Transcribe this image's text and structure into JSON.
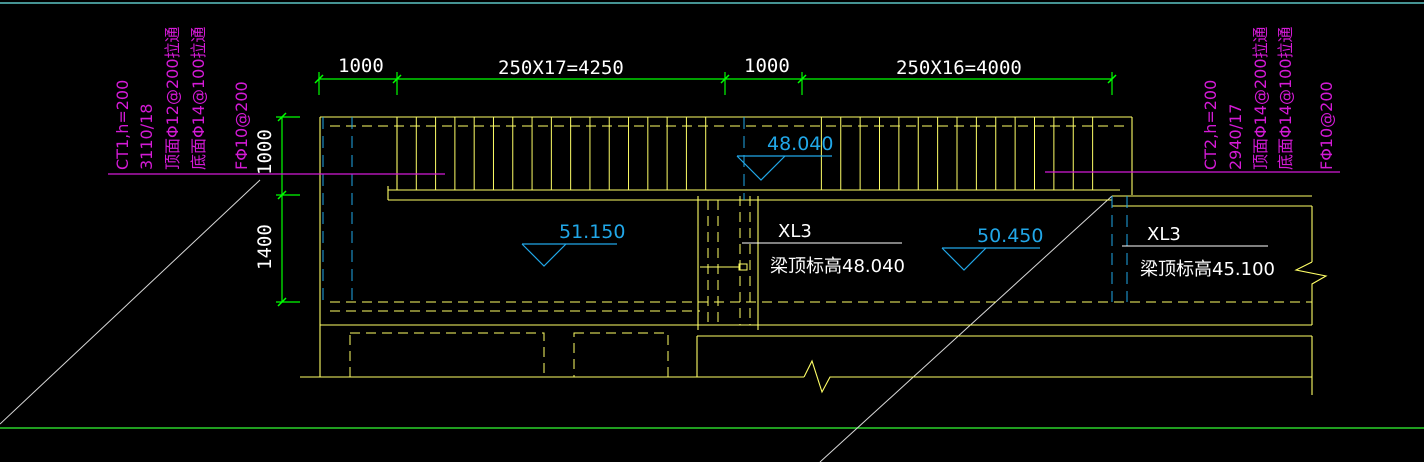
{
  "colors": {
    "background": "#000000",
    "dimension": "#00ff00",
    "structure": "#ffff66",
    "cyan": "#21a7e8",
    "magenta": "#d41ad6",
    "white": "#ffffff",
    "frame_top": "#5cc4c4",
    "frame_bottom": "#2bd22b"
  },
  "dimensions": {
    "left_landing": "1000",
    "left_treads": "250X17=4250",
    "mid_landing": "1000",
    "right_treads": "250X16=4000",
    "upper_height": "1000",
    "lower_height": "1400"
  },
  "elevations": {
    "top_center": "48.040",
    "left_slab": "51.150",
    "right_slab": "50.450"
  },
  "beams": {
    "left": {
      "name": "XL3",
      "note": "梁顶标高48.040"
    },
    "right": {
      "name": "XL3",
      "note": "梁顶标高45.100"
    }
  },
  "stair_left": {
    "lines": [
      "CT1,h=200",
      "3110/18",
      "顶面Φ12@200拉通",
      "底面Φ14@100拉通",
      "FΦ10@200"
    ]
  },
  "stair_right": {
    "lines": [
      "CT2,h=200",
      "2940/17",
      "顶面Φ14@200拉通",
      "底面Φ14@100拉通",
      "FΦ10@200"
    ]
  }
}
